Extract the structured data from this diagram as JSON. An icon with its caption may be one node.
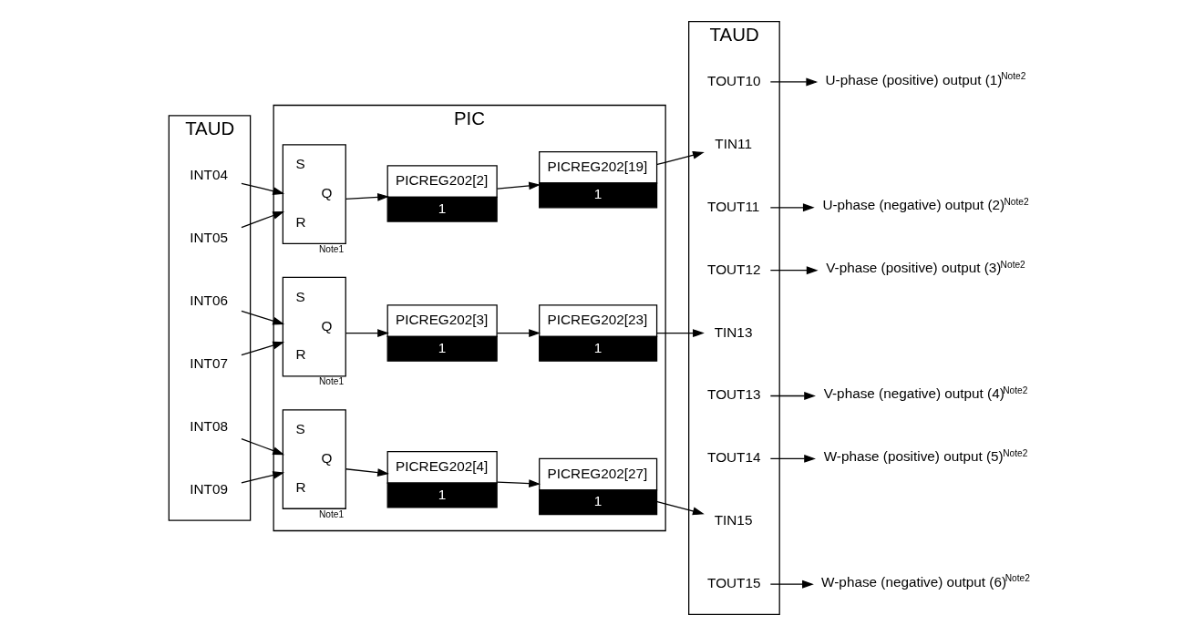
{
  "diagram": {
    "nodes": [
      {
        "text": [
          "TAUD"
        ]
      },
      {
        "text": [
          "INT04"
        ],
        "in": 0
      },
      {
        "text": [
          "INT05"
        ],
        "in": 0
      },
      {
        "text": [
          "INT06"
        ],
        "in": 0
      },
      {
        "text": [
          "INT07"
        ],
        "in": 0
      },
      {
        "text": [
          "INT08"
        ],
        "in": 0
      },
      {
        "text": [
          "INT09"
        ],
        "in": 0
      },
      {
        "text": [
          "PIC"
        ]
      },
      {
        "text": [
          "S",
          "Q",
          "R"
        ],
        "beside": [
          "Note1"
        ],
        "in": 7
      },
      {
        "text": [
          "PICREG202[2]",
          "1"
        ],
        "in": 7
      },
      {
        "text": [
          "PICREG202[19]",
          "1"
        ],
        "in": 7
      },
      {
        "text": [
          "S",
          "Q",
          "R"
        ],
        "beside": [
          "Note1"
        ],
        "in": 7
      },
      {
        "text": [
          "PICREG202[3]",
          "1"
        ],
        "in": 7
      },
      {
        "text": [
          "PICREG202[23]",
          "1"
        ],
        "in": 7
      },
      {
        "text": [
          "S",
          "Q",
          "R"
        ],
        "beside": [
          "Note1"
        ],
        "in": 7
      },
      {
        "text": [
          "PICREG202[4]",
          "1"
        ],
        "in": 7
      },
      {
        "text": [
          "PICREG202[27]",
          "1"
        ],
        "in": 7
      },
      {
        "text": [
          "TAUD"
        ]
      },
      {
        "text": [
          "TOUT10"
        ],
        "in": 17
      },
      {
        "text": [
          "TIN11"
        ],
        "in": 17
      },
      {
        "text": [
          "TOUT11"
        ],
        "in": 17
      },
      {
        "text": [
          "TOUT12"
        ],
        "in": 17
      },
      {
        "text": [
          "TIN13"
        ],
        "in": 17
      },
      {
        "text": [
          "TOUT13"
        ],
        "in": 17
      },
      {
        "text": [
          "TOUT14"
        ],
        "in": 17
      },
      {
        "text": [
          "TIN15"
        ],
        "in": 17
      },
      {
        "text": [
          "TOUT15"
        ],
        "in": 17
      },
      {
        "text": [
          "U-phase (positive) output (1)$^{Note2}$"
        ]
      },
      {
        "text": [
          "U-phase (negative) output (2)$^{Note2}$"
        ]
      },
      {
        "text": [
          "V-phase (positive) output (3)$^{Note2}$"
        ]
      },
      {
        "text": [
          "V-phase (negative) output (4)$^{Note2}$"
        ]
      },
      {
        "text": [
          "W-phase (positive) output (5)$^{Note2}$"
        ]
      },
      {
        "text": [
          "W-phase (negative) output (6)$^{Note2}$"
        ]
      }
    ],
    "edges": [
      {
        "from": 1,
        "to": 8,
        "arrow": "to"
      },
      {
        "from": 2,
        "to": 8,
        "arrow": "to"
      },
      {
        "from": 8,
        "to": 9,
        "arrow": "to"
      },
      {
        "from": 9,
        "to": 10,
        "arrow": "to"
      },
      {
        "from": 10,
        "to": 19,
        "arrow": "to"
      },
      {
        "from": 18,
        "to": 27,
        "arrow": "to"
      },
      {
        "from": 20,
        "to": 28,
        "arrow": "to"
      },
      {
        "from": 3,
        "to": 11,
        "arrow": "to"
      },
      {
        "from": 4,
        "to": 11,
        "arrow": "to"
      },
      {
        "from": 11,
        "to": 12,
        "arrow": "to"
      },
      {
        "from": 12,
        "to": 13,
        "arrow": "to"
      },
      {
        "from": 13,
        "to": 22,
        "arrow": "to"
      },
      {
        "from": 21,
        "to": 29,
        "arrow": "to"
      },
      {
        "from": 23,
        "to": 30,
        "arrow": "to"
      },
      {
        "from": 5,
        "to": 14,
        "arrow": "to"
      },
      {
        "from": 6,
        "to": 14,
        "arrow": "to"
      },
      {
        "from": 14,
        "to": 15,
        "arrow": "to"
      },
      {
        "from": 15,
        "to": 16,
        "arrow": "to"
      },
      {
        "from": 16,
        "to": 25,
        "arrow": "to"
      },
      {
        "from": 24,
        "to": 31,
        "arrow": "to"
      },
      {
        "from": 26,
        "to": 32,
        "arrow": "to"
      }
    ]
  }
}
